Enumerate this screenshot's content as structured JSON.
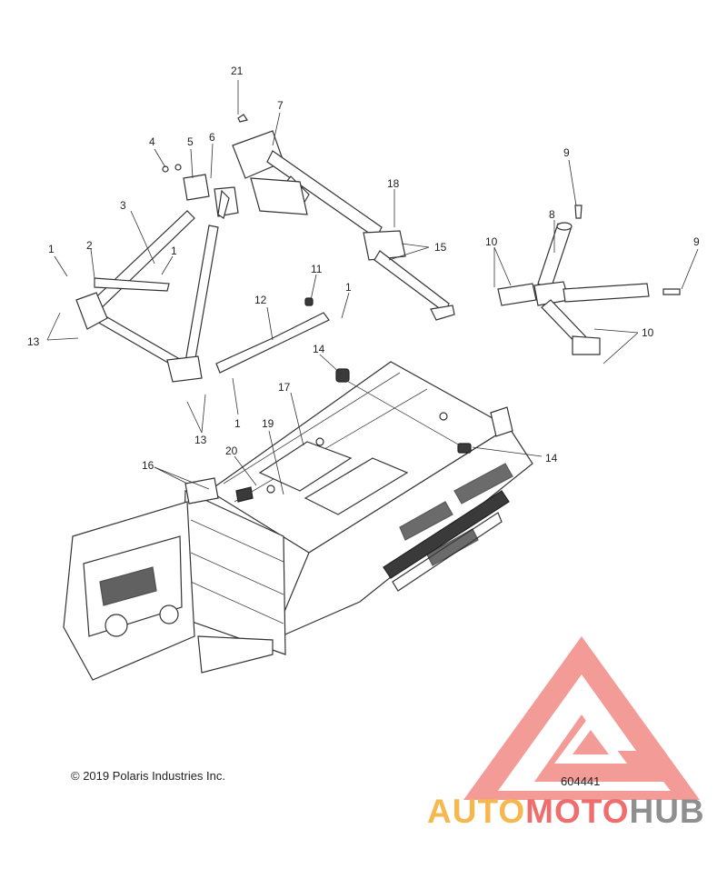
{
  "diagram": {
    "callouts": {
      "c1a": "1",
      "c1b": "1",
      "c1c": "1",
      "c1d": "1",
      "c2": "2",
      "c3": "3",
      "c4": "4",
      "c5": "5",
      "c6": "6",
      "c7": "7",
      "c8": "8",
      "c9a": "9",
      "c9b": "9",
      "c10a": "10",
      "c10b": "10",
      "c11": "11",
      "c12": "12",
      "c13a": "13",
      "c13b": "13",
      "c14a": "14",
      "c14b": "14",
      "c15": "15",
      "c16": "16",
      "c17": "17",
      "c18": "18",
      "c19": "19",
      "c20": "20",
      "c21": "21"
    }
  },
  "footer": {
    "copyright": "© 2019 Polaris Industries Inc.",
    "drawing_number": "604441"
  },
  "watermark": {
    "part1": "AUTO",
    "part2": "MOTO",
    "part3": "HUB",
    "colors": {
      "auto": "#f6b74f",
      "moto": "#ef6d6d",
      "hub": "#8f8f8f",
      "logo": "#f28a86"
    }
  }
}
